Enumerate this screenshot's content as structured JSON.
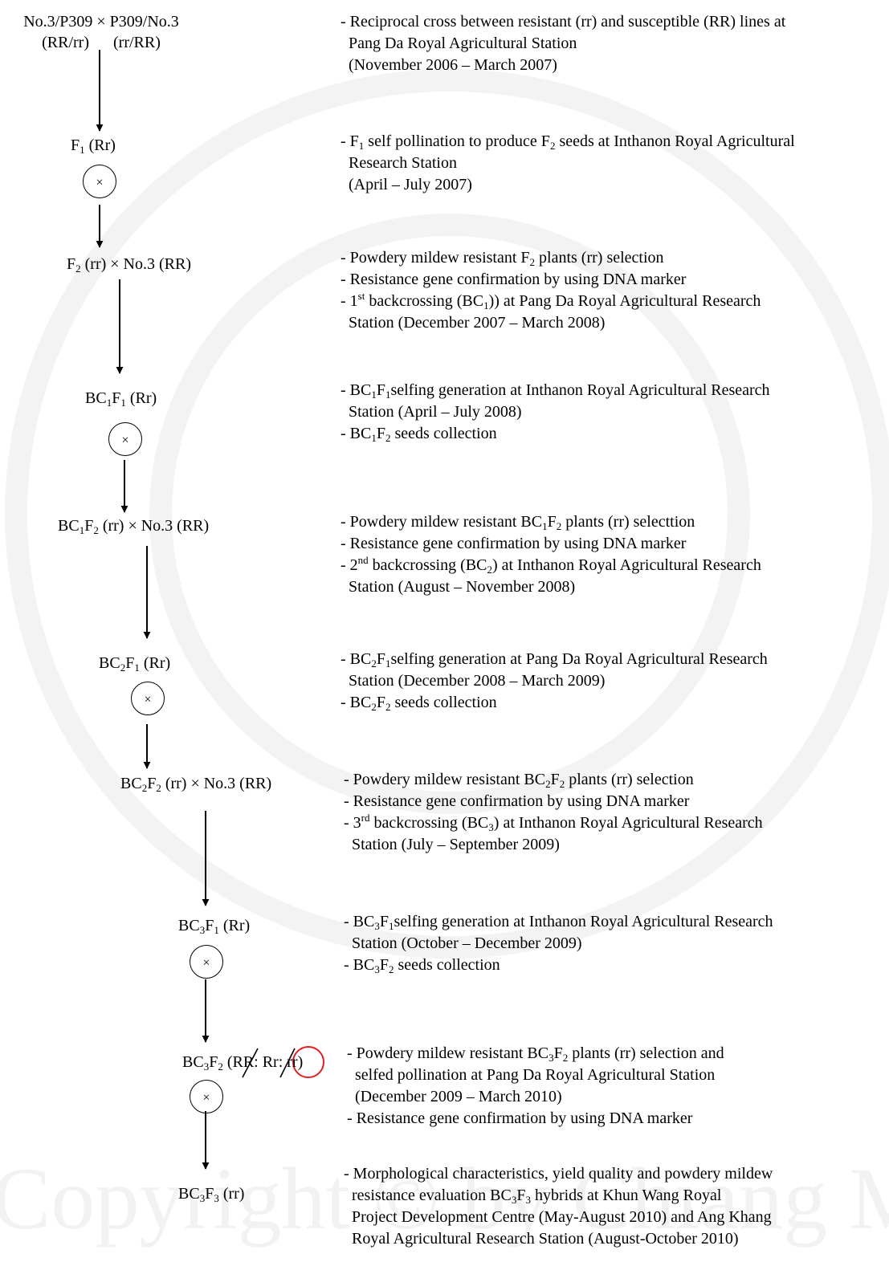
{
  "watermark": {
    "text": "Copyright © by Chiang Mai University"
  },
  "self_symbol": "×",
  "parents": {
    "line1": "No.3/P309 × P309/No.3",
    "line2_left": "(RR/rr)",
    "line2_right": "(rr/RR)"
  },
  "steps": [
    {
      "node": [
        "F",
        {
          "sub": "1"
        },
        " (Rr)"
      ],
      "desc": [
        [
          "- F",
          {
            "sub": "1"
          },
          " self pollination to produce F",
          {
            "sub": "2"
          },
          " seeds at Inthanon Royal Agricultural"
        ],
        [
          "  Research Station"
        ],
        [
          "  (April – July 2007)"
        ]
      ]
    },
    {
      "node": [
        "F",
        {
          "sub": "2"
        },
        " (rr) × No.3 (RR)"
      ],
      "desc": [
        [
          "- Powdery mildew resistant F",
          {
            "sub": "2"
          },
          " plants (rr) selection"
        ],
        [
          "- Resistance gene confirmation by using DNA marker"
        ],
        [
          "- 1",
          {
            "sup": "st"
          },
          " backcrossing (BC",
          {
            "sub": "1"
          },
          ")) at Pang Da Royal Agricultural Research"
        ],
        [
          "  Station (December 2007 – March 2008)"
        ]
      ]
    },
    {
      "node": [
        "BC",
        {
          "sub": "1"
        },
        "F",
        {
          "sub": "1"
        },
        " (Rr)"
      ],
      "desc": [
        [
          "- BC",
          {
            "sub": "1"
          },
          "F",
          {
            "sub": "1"
          },
          "selfing generation at Inthanon Royal Agricultural Research"
        ],
        [
          "  Station (April – July 2008)"
        ],
        [
          "- BC",
          {
            "sub": "1"
          },
          "F",
          {
            "sub": "2"
          },
          " seeds collection"
        ]
      ]
    },
    {
      "node": [
        "BC",
        {
          "sub": "1"
        },
        "F",
        {
          "sub": "2"
        },
        " (rr) × No.3 (RR)"
      ],
      "desc": [
        [
          "- Powdery mildew resistant BC",
          {
            "sub": "1"
          },
          "F",
          {
            "sub": "2"
          },
          " plants (rr) selecttion"
        ],
        [
          "- Resistance gene confirmation by using DNA marker"
        ],
        [
          "- 2",
          {
            "sup": "nd"
          },
          " backcrossing (BC",
          {
            "sub": "2"
          },
          ") at Inthanon Royal Agricultural Research"
        ],
        [
          "  Station (August – November 2008)"
        ]
      ]
    },
    {
      "node": [
        "BC",
        {
          "sub": "2"
        },
        "F",
        {
          "sub": "1"
        },
        " (Rr)"
      ],
      "desc": [
        [
          "- BC",
          {
            "sub": "2"
          },
          "F",
          {
            "sub": "1"
          },
          "selfing generation at Pang Da Royal Agricultural Research"
        ],
        [
          "  Station (December 2008 – March 2009)"
        ],
        [
          "- BC",
          {
            "sub": "2"
          },
          "F",
          {
            "sub": "2"
          },
          " seeds collection"
        ]
      ]
    },
    {
      "node": [
        "BC",
        {
          "sub": "2"
        },
        "F",
        {
          "sub": "2"
        },
        " (rr) × No.3 (RR)"
      ],
      "desc": [
        [
          "- Powdery mildew resistant BC",
          {
            "sub": "2"
          },
          "F",
          {
            "sub": "2"
          },
          " plants (rr) selection"
        ],
        [
          "- Resistance gene confirmation by using DNA marker"
        ],
        [
          "- 3",
          {
            "sup": "rd"
          },
          " backcrossing (BC",
          {
            "sub": "3"
          },
          ") at Inthanon Royal Agricultural Research"
        ],
        [
          "  Station (July – September 2009)"
        ]
      ]
    },
    {
      "node": [
        "BC",
        {
          "sub": "3"
        },
        "F",
        {
          "sub": "1"
        },
        " (Rr)"
      ],
      "desc": [
        [
          "- BC",
          {
            "sub": "3"
          },
          "F",
          {
            "sub": "1"
          },
          "selfing generation at Inthanon Royal Agricultural Research"
        ],
        [
          "  Station (October – December 2009)"
        ],
        [
          "- BC",
          {
            "sub": "3"
          },
          "F",
          {
            "sub": "2"
          },
          " seeds collection"
        ]
      ]
    },
    {
      "node": [
        "BC",
        {
          "sub": "3"
        },
        "F",
        {
          "sub": "2"
        },
        " (RR: Rr: rr)"
      ],
      "desc": [
        [
          "- Powdery mildew resistant BC",
          {
            "sub": "3"
          },
          "F",
          {
            "sub": "2"
          },
          " plants (rr) selection and"
        ],
        [
          "  selfed pollination at Pang Da Royal Agricultural Station"
        ],
        [
          "  (December 2009 – March 2010)"
        ],
        [
          "- Resistance gene confirmation by using DNA marker"
        ]
      ]
    },
    {
      "node": [
        "BC",
        {
          "sub": "3"
        },
        "F",
        {
          "sub": "3"
        },
        " (rr)"
      ],
      "desc": [
        [
          "- Morphological characteristics, yield quality and powdery mildew"
        ],
        [
          "  resistance evaluation BC",
          {
            "sub": "3"
          },
          "F",
          {
            "sub": "3"
          },
          " hybrids at Khun Wang Royal"
        ],
        [
          "  Project Development Centre (May-August 2010) and Ang Khang"
        ],
        [
          "  Royal Agricultural Research Station (August-October 2010)"
        ]
      ]
    }
  ],
  "first_cross_desc": [
    [
      "- Reciprocal cross between resistant (rr) and susceptible (RR) lines at"
    ],
    [
      "  Pang Da Royal Agricultural Station"
    ],
    [
      "  (November 2006 – March 2007)"
    ]
  ]
}
